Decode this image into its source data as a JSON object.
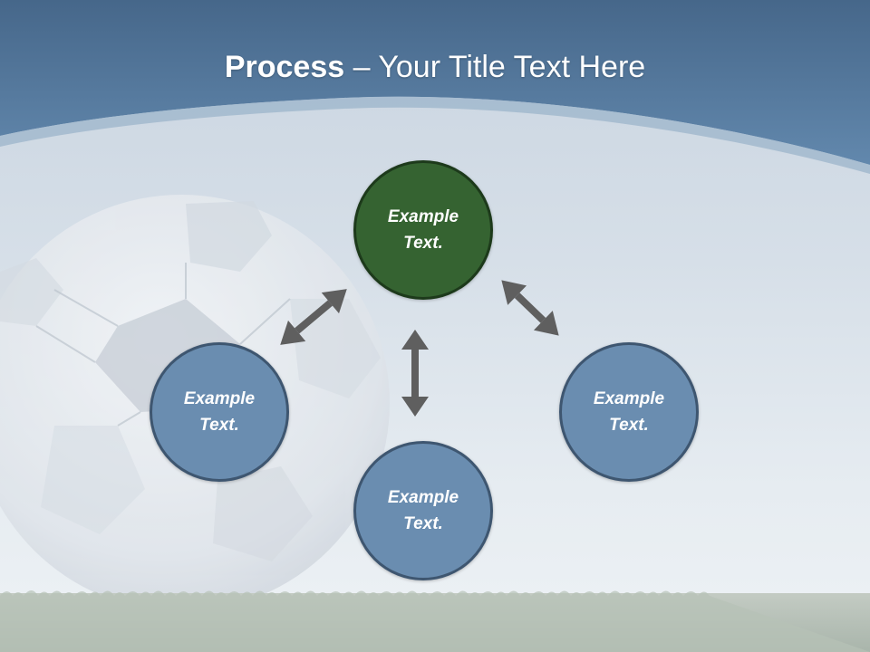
{
  "title": {
    "bold": "Process",
    "rest": " – Your Title Text Here"
  },
  "colors": {
    "header": "#5a7fa3",
    "center_node": "#356331",
    "outer_node": "#6a8db0",
    "arrow": "#5f5f5f"
  },
  "nodes": [
    {
      "id": "top",
      "line1": "Example",
      "line2": "Text."
    },
    {
      "id": "left",
      "line1": "Example",
      "line2": "Text."
    },
    {
      "id": "bottom",
      "line1": "Example",
      "line2": "Text."
    },
    {
      "id": "right",
      "line1": "Example",
      "line2": "Text."
    }
  ],
  "connections": [
    {
      "from": "left",
      "to": "top",
      "type": "bidirectional"
    },
    {
      "from": "top",
      "to": "right",
      "type": "bidirectional"
    },
    {
      "from": "top",
      "to": "bottom",
      "type": "bidirectional"
    }
  ]
}
